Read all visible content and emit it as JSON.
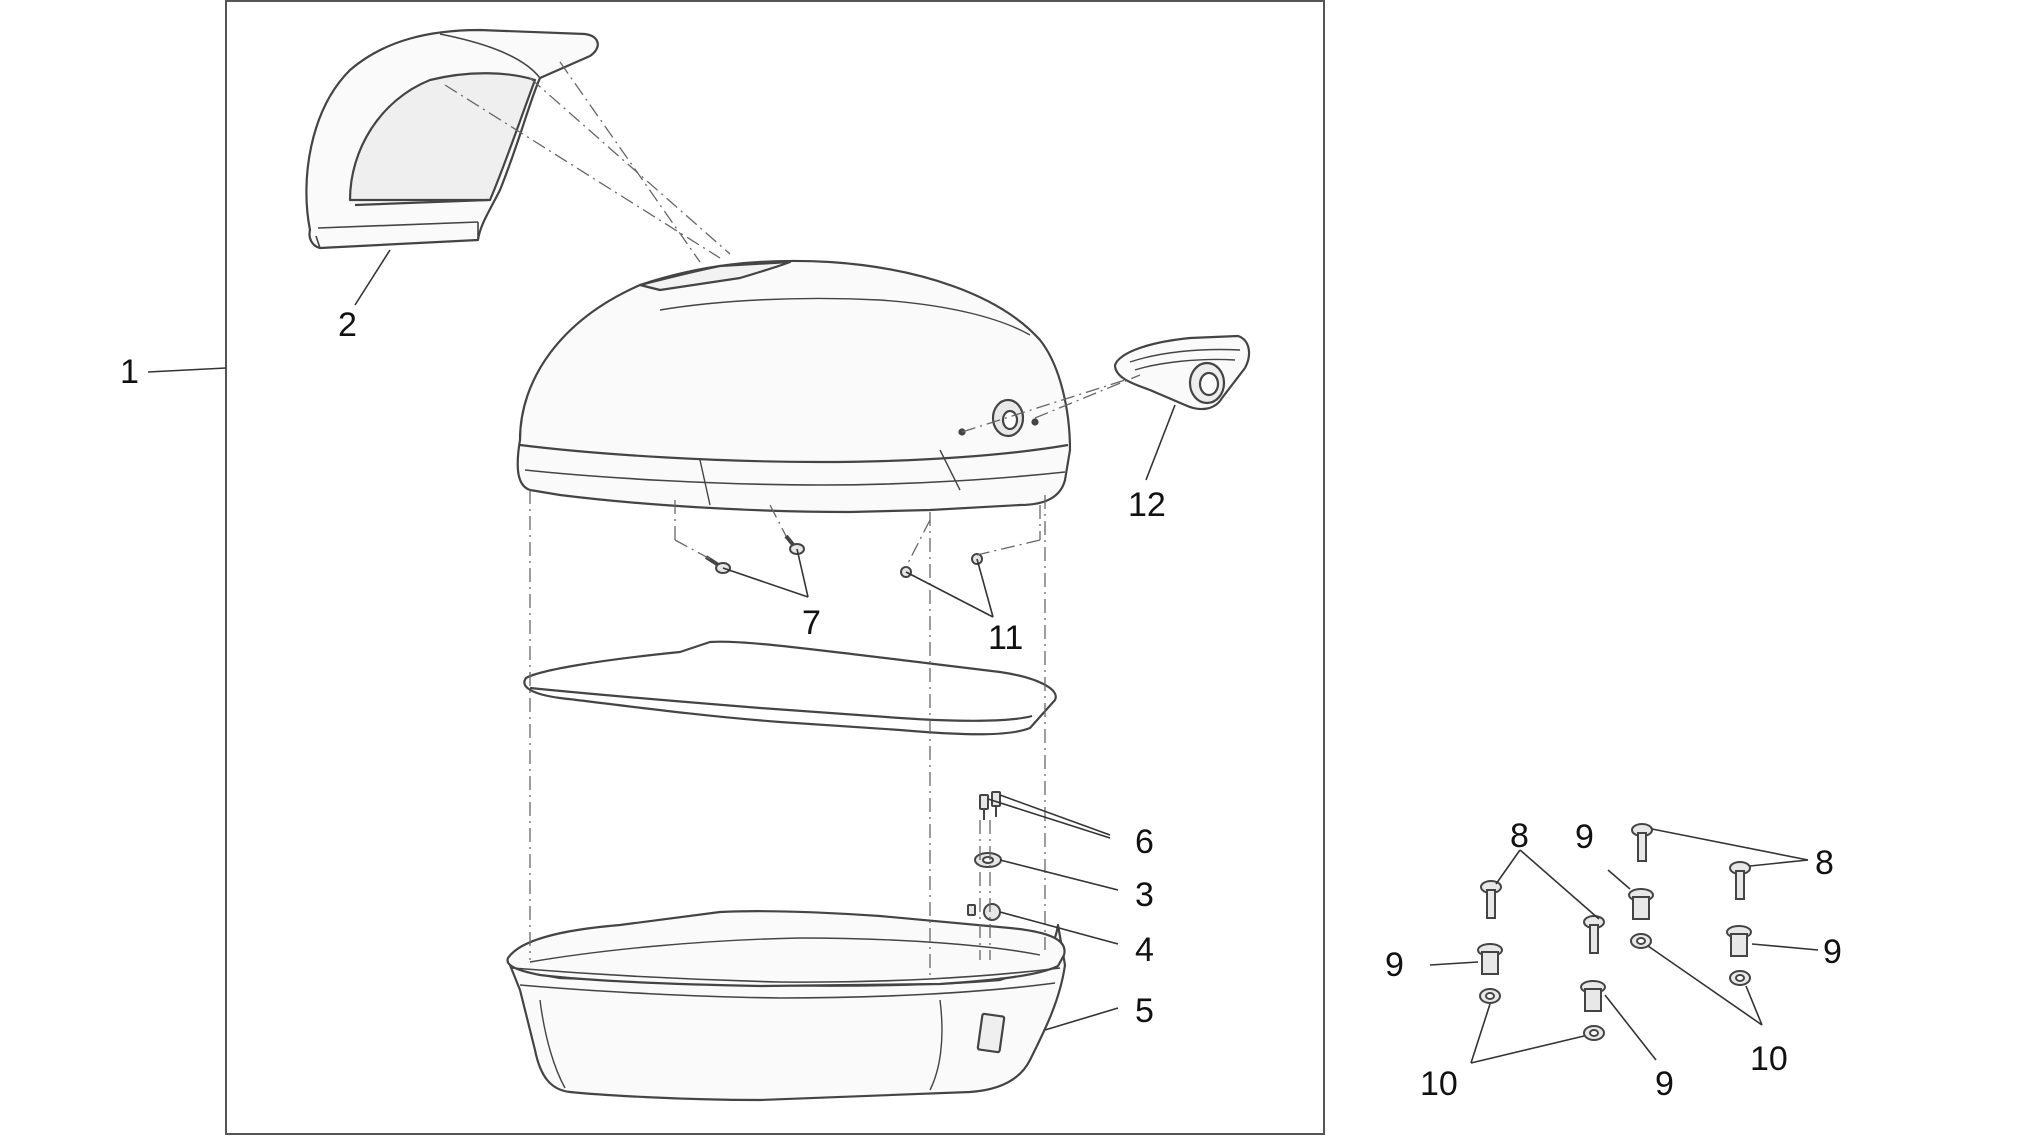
{
  "diagram": {
    "callouts": {
      "c1": "1",
      "c2": "2",
      "c3": "3",
      "c4": "4",
      "c5": "5",
      "c6": "6",
      "c7": "7",
      "c8a": "8",
      "c8b": "8",
      "c9a": "9",
      "c9b": "9",
      "c9c": "9",
      "c9d": "9",
      "c10a": "10",
      "c10b": "10",
      "c11": "11",
      "c12": "12"
    }
  }
}
